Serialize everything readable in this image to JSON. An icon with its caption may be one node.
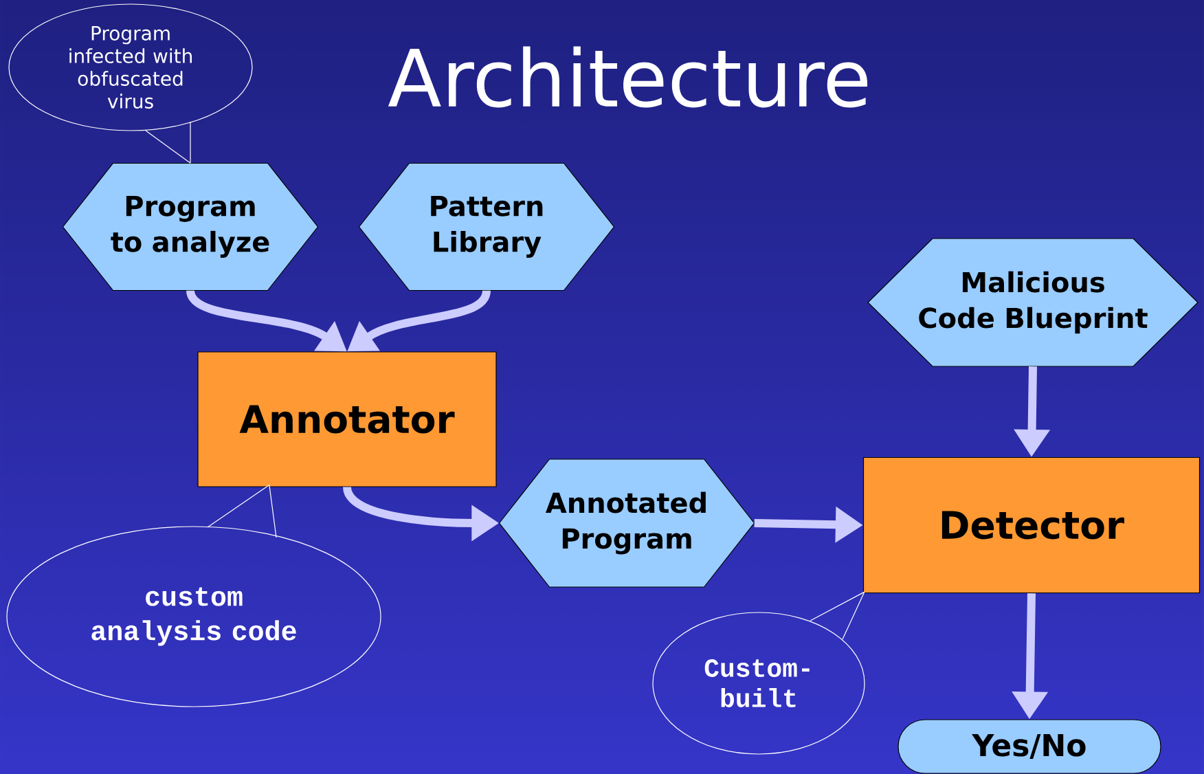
{
  "diagram": {
    "title": "Architecture",
    "nodes": [
      {
        "text": [
          "Program infected with obfuscated virus"
        ]
      },
      {
        "text": [
          "Program to analyze"
        ]
      },
      {
        "text": [
          "Pattern Library"
        ]
      },
      {
        "text": [
          "Annotator"
        ]
      },
      {
        "text": [
          "custom analysis code"
        ]
      },
      {
        "text": [
          "Annotated Program"
        ]
      },
      {
        "text": [
          "Malicious Code Blueprint"
        ]
      },
      {
        "text": [
          "Detector"
        ]
      },
      {
        "text": [
          "Custom-built"
        ]
      },
      {
        "text": [
          "Yes/No"
        ]
      }
    ],
    "edges": [
      {
        "from": 0,
        "to": 1,
        "arrow": "none",
        "color": "#ffffff"
      },
      {
        "from": 1,
        "to": 3,
        "arrow": "to"
      },
      {
        "from": 2,
        "to": 3,
        "arrow": "to"
      },
      {
        "from": 4,
        "to": 3,
        "arrow": "none",
        "color": "#ffffff"
      },
      {
        "from": 3,
        "to": 5,
        "arrow": "to"
      },
      {
        "from": 5,
        "to": 7,
        "arrow": "to"
      },
      {
        "from": 6,
        "to": 7,
        "arrow": "to"
      },
      {
        "from": 8,
        "to": 7,
        "arrow": "none",
        "color": "#ffffff"
      },
      {
        "from": 7,
        "to": 9,
        "arrow": "to"
      }
    ]
  }
}
